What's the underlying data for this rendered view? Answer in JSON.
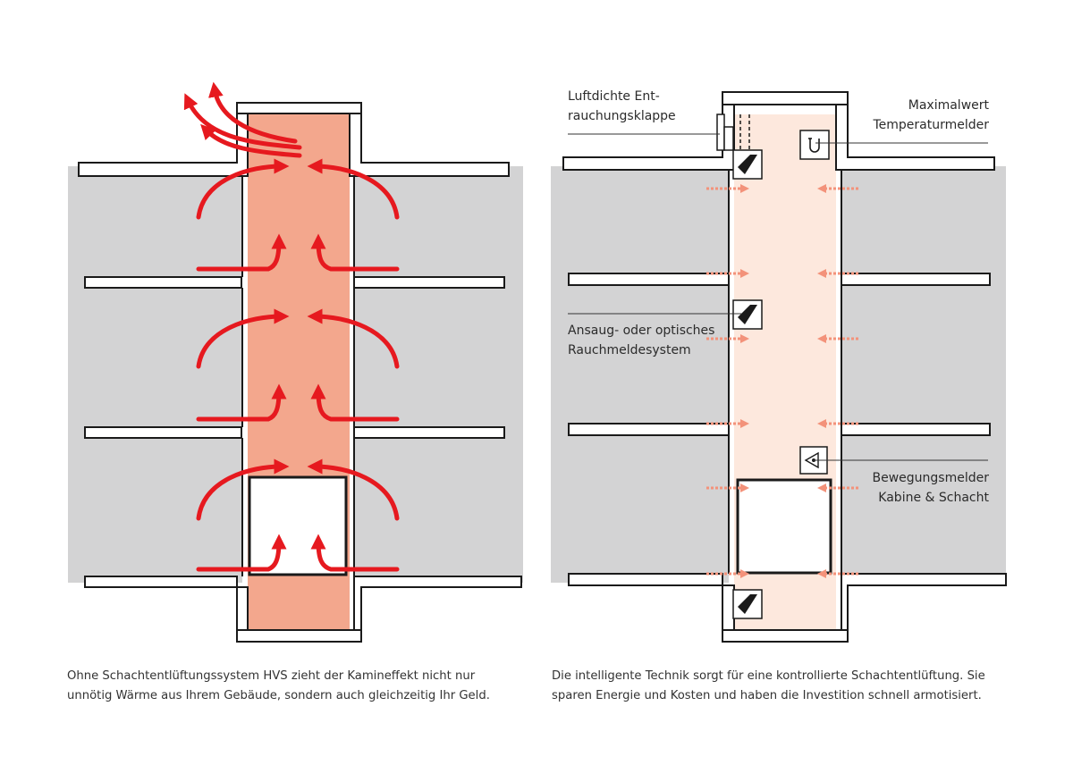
{
  "colors": {
    "wall": "#d3d3d4",
    "shaft_hot": "#f3a78d",
    "shaft_cool": "#fde8dd",
    "airflow_arrow": "#e6191f",
    "small_arrow": "#f3927a",
    "outline": "#1a1a1a"
  },
  "icons": {
    "detector": "smoke-detector-icon",
    "thermometer": "temperature-sensor-icon",
    "motion": "motion-sensor-icon"
  },
  "left_panel": {
    "caption_line1": "Ohne Schachtentlüftungssystem HVS zieht der Kamineffekt nicht nur",
    "caption_line2": "unnötig Wärme aus Ihrem Gebäude, sondern auch gleichzeitig Ihr Geld."
  },
  "right_panel": {
    "label_damper_line1": "Luftdichte Ent-",
    "label_damper_line2": "rauchungsklappe",
    "label_temp_line1": "Maximalwert",
    "label_temp_line2": "Temperaturmelder",
    "label_smoke_line1": "Ansaug- oder optisches",
    "label_smoke_line2": "Rauchmeldesystem",
    "label_motion_line1": "Bewegungsmelder",
    "label_motion_line2": "Kabine & Schacht",
    "caption_line1": "Die intelligente Technik sorgt für eine kontrollierte Schachtentlüftung. Sie",
    "caption_line2": "sparen Energie und Kosten und haben die Investition schnell armotisiert."
  }
}
